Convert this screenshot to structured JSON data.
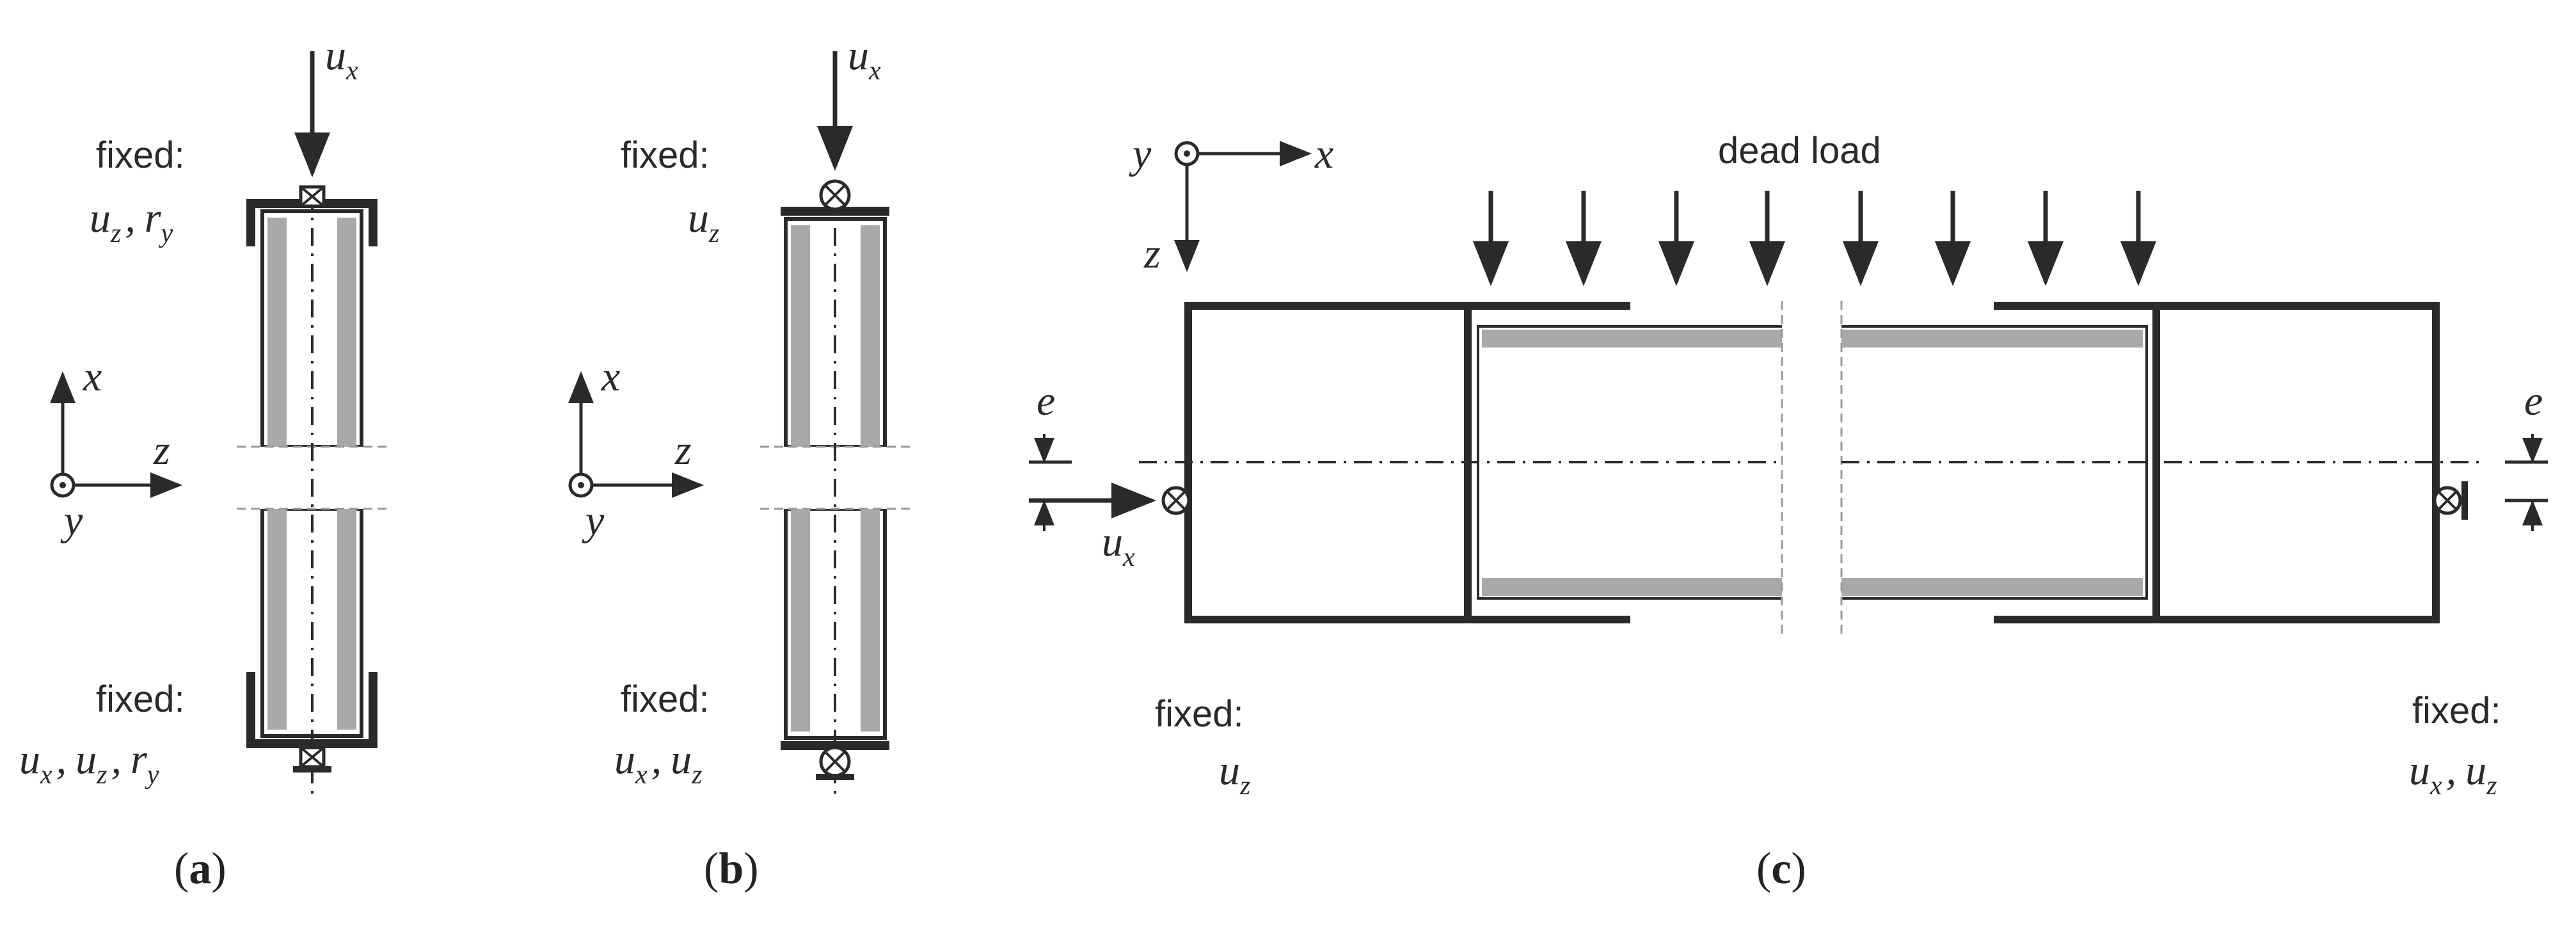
{
  "labels": {
    "fixed": "fixed:",
    "dead_load": "dead load",
    "comma": ",",
    "u": "u",
    "r": "r",
    "e": "e",
    "sub_x": "x",
    "sub_y": "y",
    "sub_z": "z"
  },
  "axes": {
    "x": "x",
    "y": "y",
    "z": "z"
  },
  "captions": {
    "a": "a",
    "b": "b",
    "c": "c",
    "open": "(",
    "close": ")"
  },
  "colors": {
    "line": "#2a2a2a",
    "fill_gray": "#a9a9a9",
    "dashed_gray": "#9a9a9a"
  }
}
